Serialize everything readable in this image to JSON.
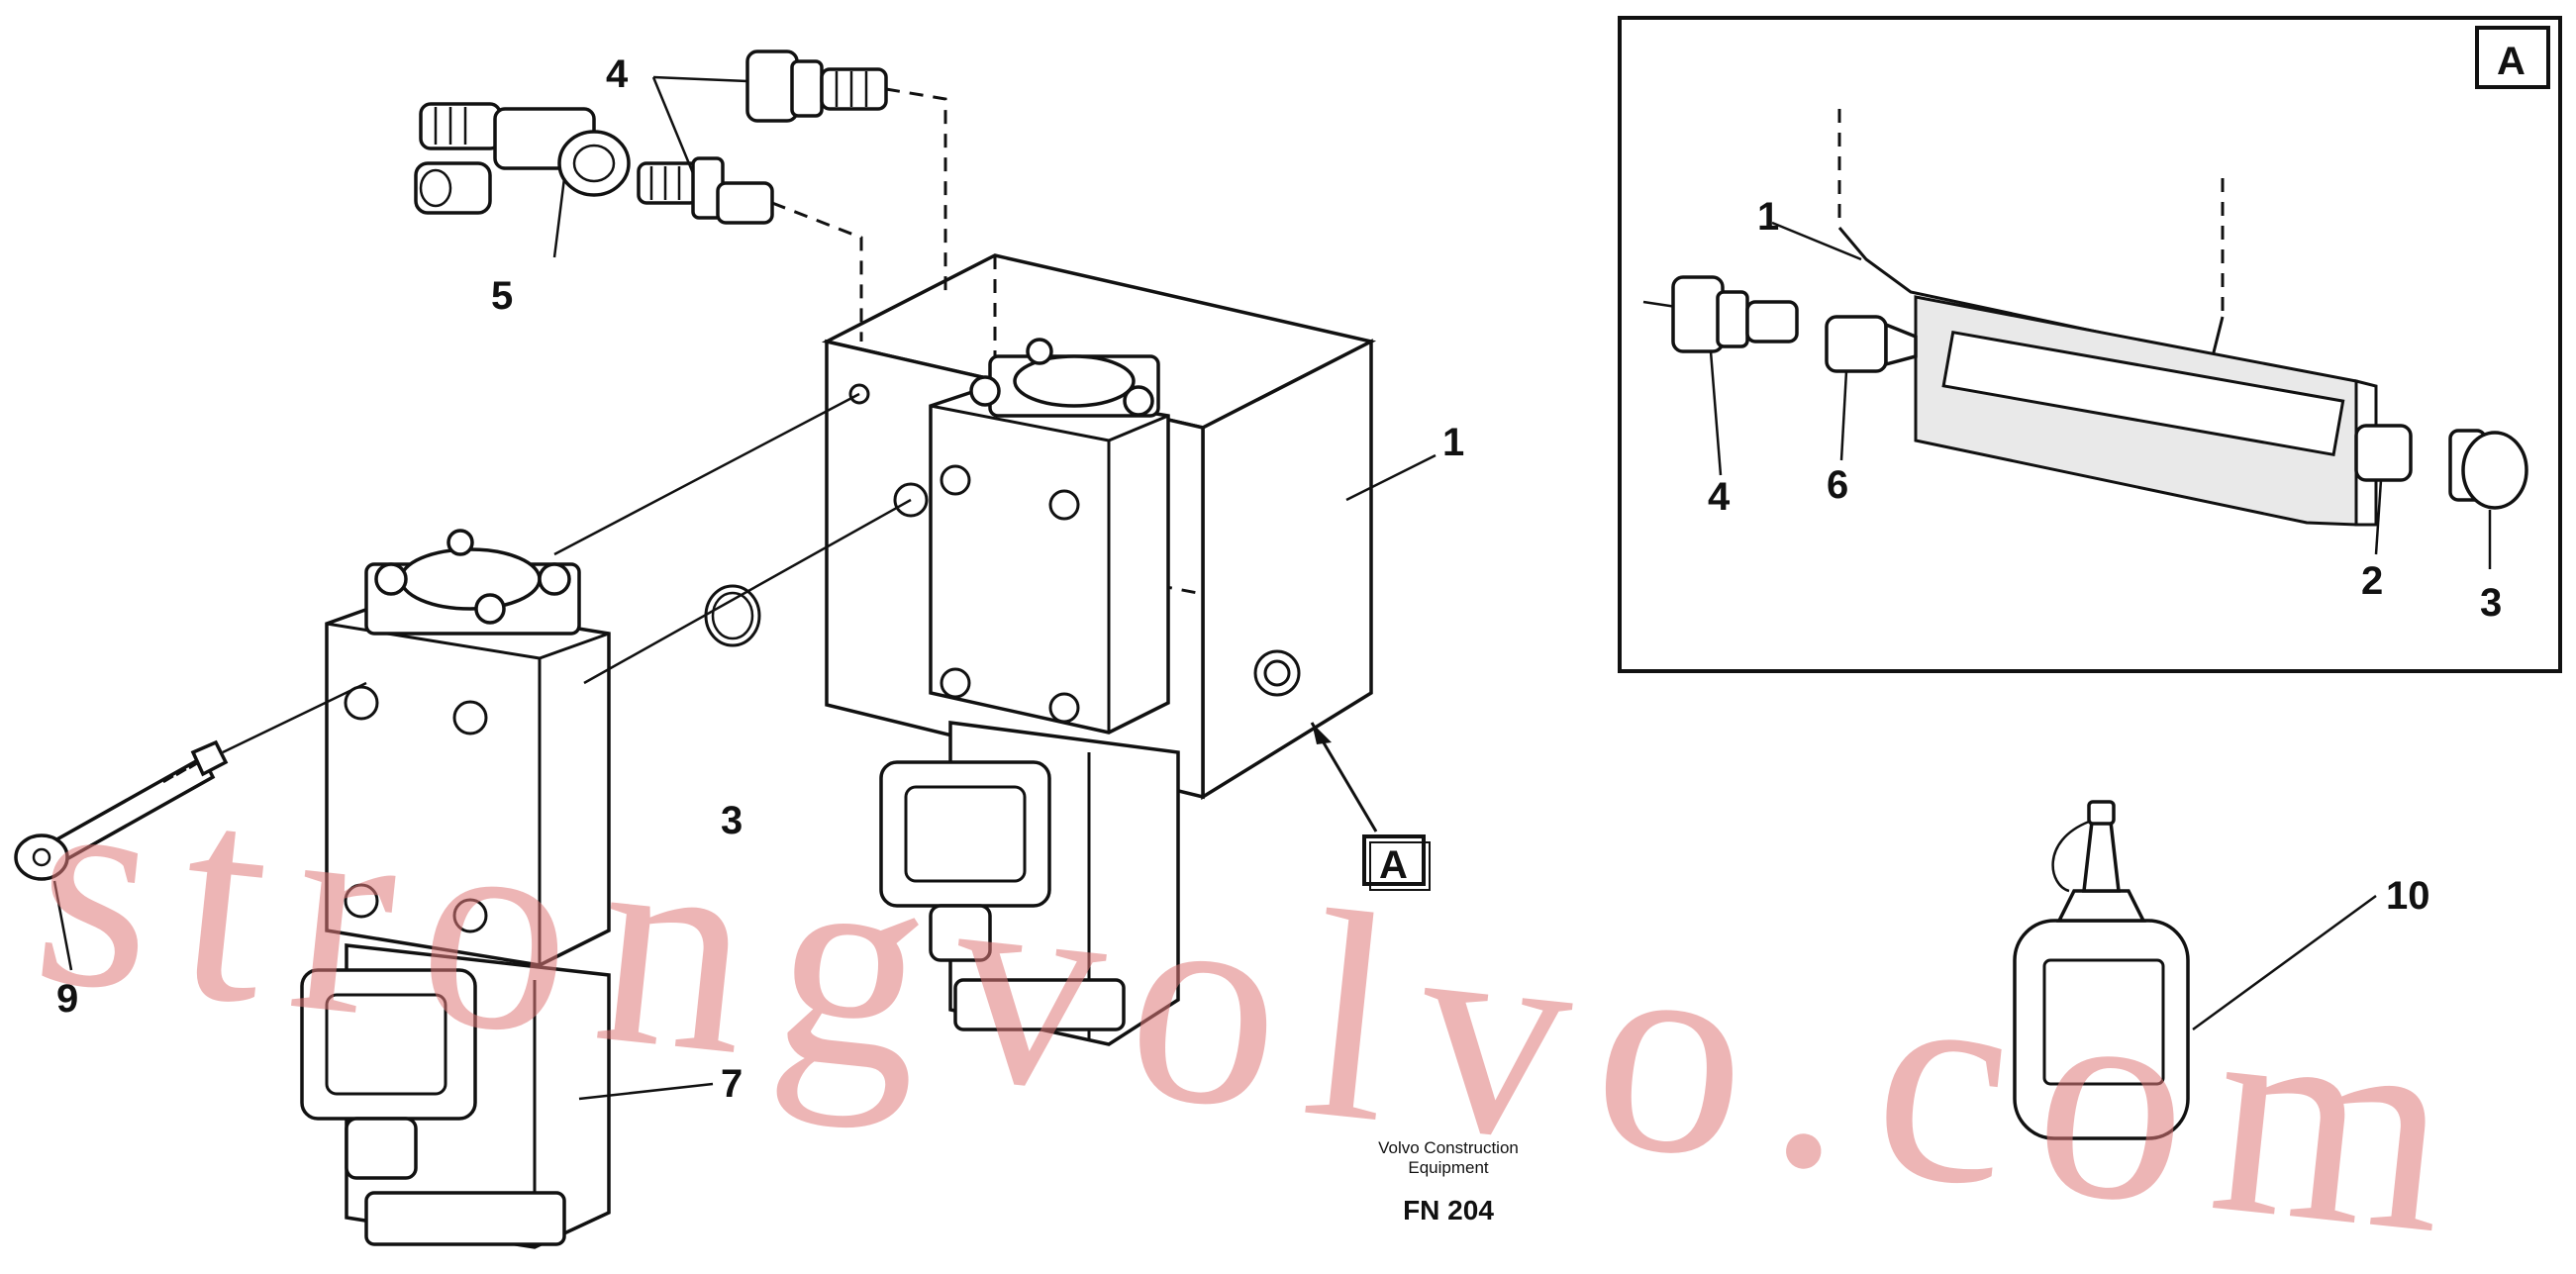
{
  "callouts": {
    "c1": "1",
    "c3": "3",
    "c4": "4",
    "c5": "5",
    "c7": "7",
    "c9": "9",
    "c10": "10",
    "detail_ref": "A"
  },
  "detail_view": {
    "label": "A",
    "callouts": {
      "c1": "1",
      "c2": "2",
      "c3": "3",
      "c4": "4",
      "c6": "6"
    }
  },
  "caption": {
    "company_line1": "Volvo Construction",
    "company_line2": "Equipment",
    "figure_number": "FN 204"
  },
  "watermark": "strongvolvo.com"
}
